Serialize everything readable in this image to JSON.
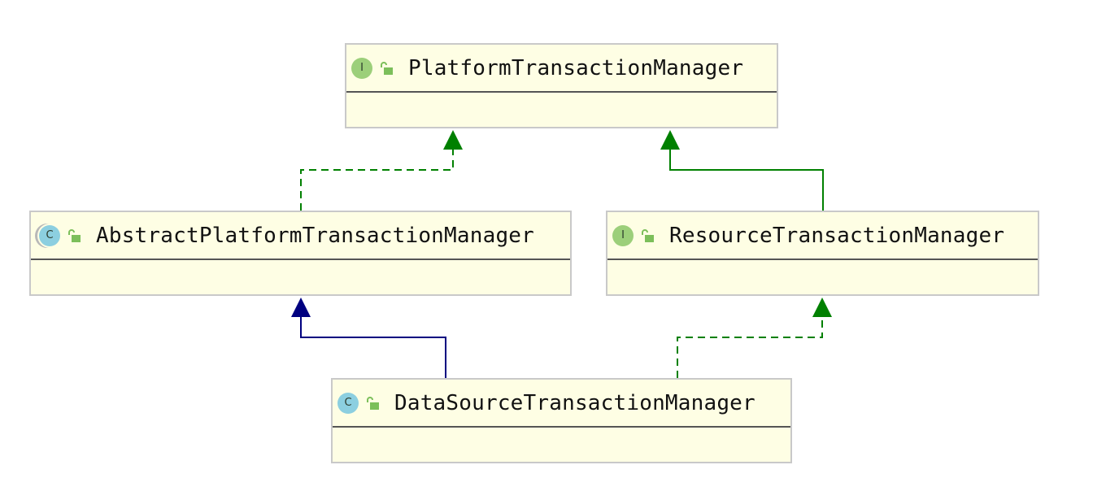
{
  "diagram": {
    "colors": {
      "node_fill": "#fefee4",
      "node_border": "#c9c9c9",
      "implements": "#008000",
      "extends_interface": "#008000",
      "extends_class": "#000080"
    },
    "nodes": [
      {
        "id": "platform",
        "name": "PlatformTransactionManager",
        "kind": "interface",
        "kind_letter": "I"
      },
      {
        "id": "abstract",
        "name": "AbstractPlatformTransactionManager",
        "kind": "abstract-class",
        "kind_letter": "C"
      },
      {
        "id": "resource",
        "name": "ResourceTransactionManager",
        "kind": "interface",
        "kind_letter": "I"
      },
      {
        "id": "datasource",
        "name": "DataSourceTransactionManager",
        "kind": "class",
        "kind_letter": "C"
      }
    ],
    "relations": [
      {
        "from": "abstract",
        "to": "platform",
        "type": "implements",
        "style": "dashed"
      },
      {
        "from": "resource",
        "to": "platform",
        "type": "extends",
        "style": "solid"
      },
      {
        "from": "datasource",
        "to": "abstract",
        "type": "extends",
        "style": "solid"
      },
      {
        "from": "datasource",
        "to": "resource",
        "type": "implements",
        "style": "dashed"
      }
    ]
  }
}
